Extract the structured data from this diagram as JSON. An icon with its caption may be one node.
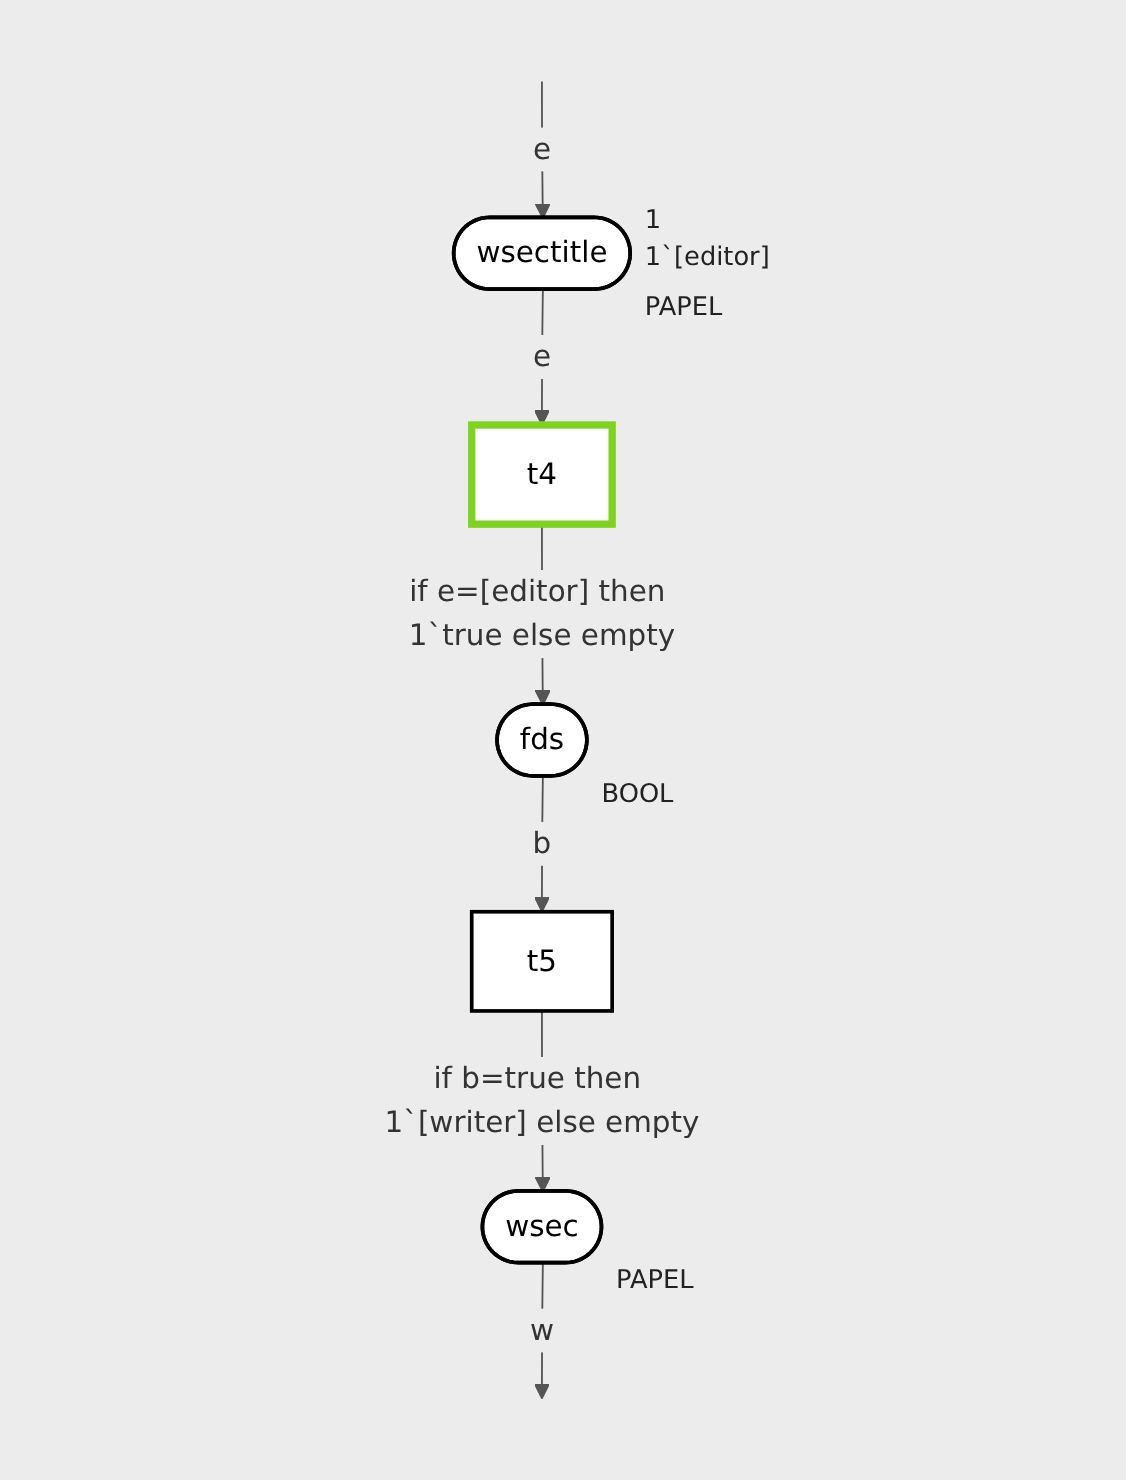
{
  "diagram": {
    "nodes": [
      {
        "text": [
          "wsectitle"
        ],
        "beside": [
          "1",
          "1`[editor]",
          "PAPEL"
        ]
      },
      {
        "text": [
          "t4"
        ]
      },
      {
        "text": [
          "fds"
        ],
        "beside": [
          "BOOL"
        ]
      },
      {
        "text": [
          "t5"
        ]
      },
      {
        "text": [
          "wsec"
        ],
        "beside": [
          "PAPEL"
        ]
      }
    ],
    "edges": [
      {
        "from": null,
        "to": 0,
        "arrow": "to",
        "label": "e"
      },
      {
        "from": 0,
        "to": 1,
        "arrow": "to",
        "label": "e"
      },
      {
        "from": 1,
        "to": 2,
        "arrow": "to",
        "label": "if e=[editor] then 1`true else empty"
      },
      {
        "from": 2,
        "to": 3,
        "arrow": "to",
        "label": "b"
      },
      {
        "from": 3,
        "to": 4,
        "arrow": "to",
        "label": "if b=true then 1`[writer] else empty"
      },
      {
        "from": 4,
        "to": null,
        "arrow": "to",
        "label": "w"
      }
    ]
  }
}
